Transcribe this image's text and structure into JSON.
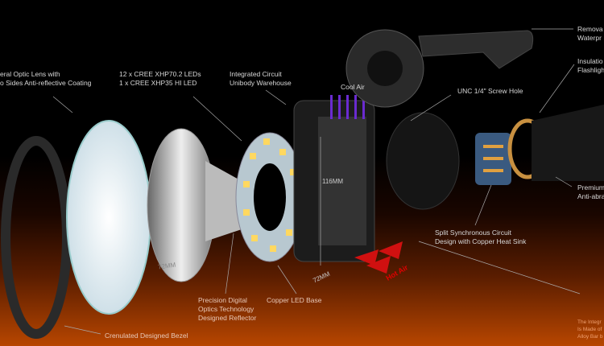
{
  "labels": {
    "optic_lens": [
      "eral Optic Lens with",
      "o Sides Anti-reflective Coating"
    ],
    "leds": [
      "12 x CREE XHP70.2 LEDs",
      "1 x CREE XHP35 HI LED"
    ],
    "warehouse": [
      "Integrated Circuit",
      "Unibody Warehouse"
    ],
    "cool_air": "Cool Air",
    "removable": [
      "Remova",
      "Waterpr"
    ],
    "insulation": [
      "Insulatio",
      "Flashligh"
    ],
    "screw_hole": "UNC 1/4\" Screw Hole",
    "premium": [
      "Premium",
      "Anti-abra"
    ],
    "split_circuit": [
      "Split Synchronous Circuit",
      "Design with Copper Heat Sink"
    ],
    "reflector": [
      "Precision Digital",
      "Optics Technology",
      "Designed Reflector"
    ],
    "copper_base": "Copper LED Base",
    "bezel": "Crenulated Designed Bezel",
    "integrated_note": [
      "The Integr",
      "Is Made of",
      "Alloy Bar b"
    ],
    "hot_air": "Hot Air"
  },
  "dimensions": {
    "height": "116MM",
    "reflector_width": "72MM",
    "body_width": "72MM"
  }
}
